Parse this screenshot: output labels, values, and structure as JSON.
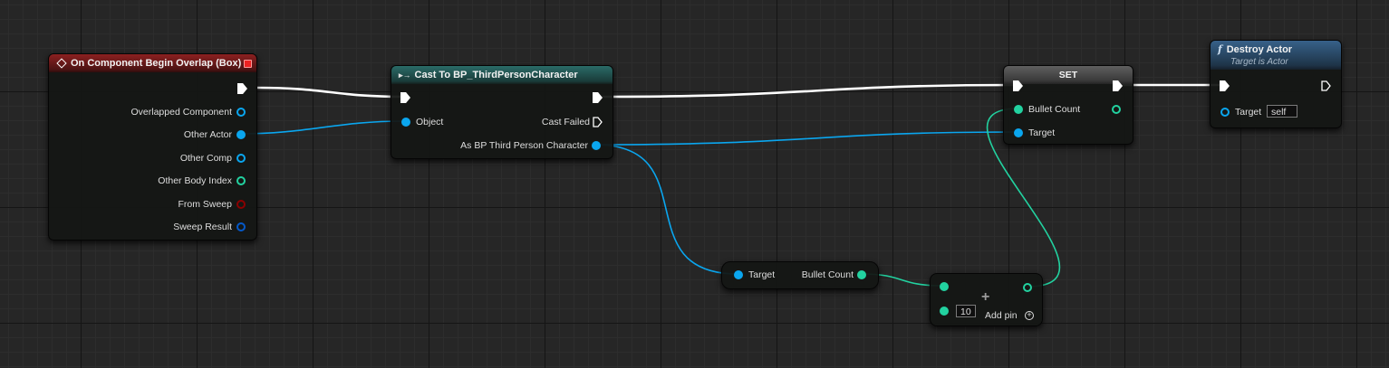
{
  "nodes": {
    "event": {
      "title": "On Component Begin Overlap (Box)",
      "pins": [
        "Overlapped Component",
        "Other Actor",
        "Other Comp",
        "Other Body Index",
        "From Sweep",
        "Sweep Result"
      ]
    },
    "cast": {
      "title": "Cast To BP_ThirdPersonCharacter",
      "object_label": "Object",
      "cast_failed_label": "Cast Failed",
      "output_label": "As BP Third Person Character"
    },
    "set": {
      "title": "SET",
      "bullet_count_label": "Bullet Count",
      "target_label": "Target"
    },
    "destroy": {
      "title": "Destroy Actor",
      "subtitle": "Target is Actor",
      "target_label": "Target",
      "target_default": "self"
    },
    "get": {
      "target_label": "Target",
      "bullet_count_label": "Bullet Count"
    },
    "add": {
      "plus_symbol": "+",
      "value": "10",
      "add_pin_label": "Add pin"
    }
  },
  "colors": {
    "exec_wire": "#ffffff",
    "object_pin": "#0aa6ef",
    "integer_pin": "#22d2a0",
    "bool_pin": "#8c0000",
    "struct_pin": "#0559c9",
    "event_header": "#8c2020",
    "cast_header": "#2a6b67",
    "function_header": "#376189"
  },
  "icons": {
    "event": "event-diamond-icon",
    "stop": "breakpoint-square-icon",
    "cast": "cast-arrow-icon",
    "function": "function-f-icon",
    "add": "add-circle-icon"
  }
}
